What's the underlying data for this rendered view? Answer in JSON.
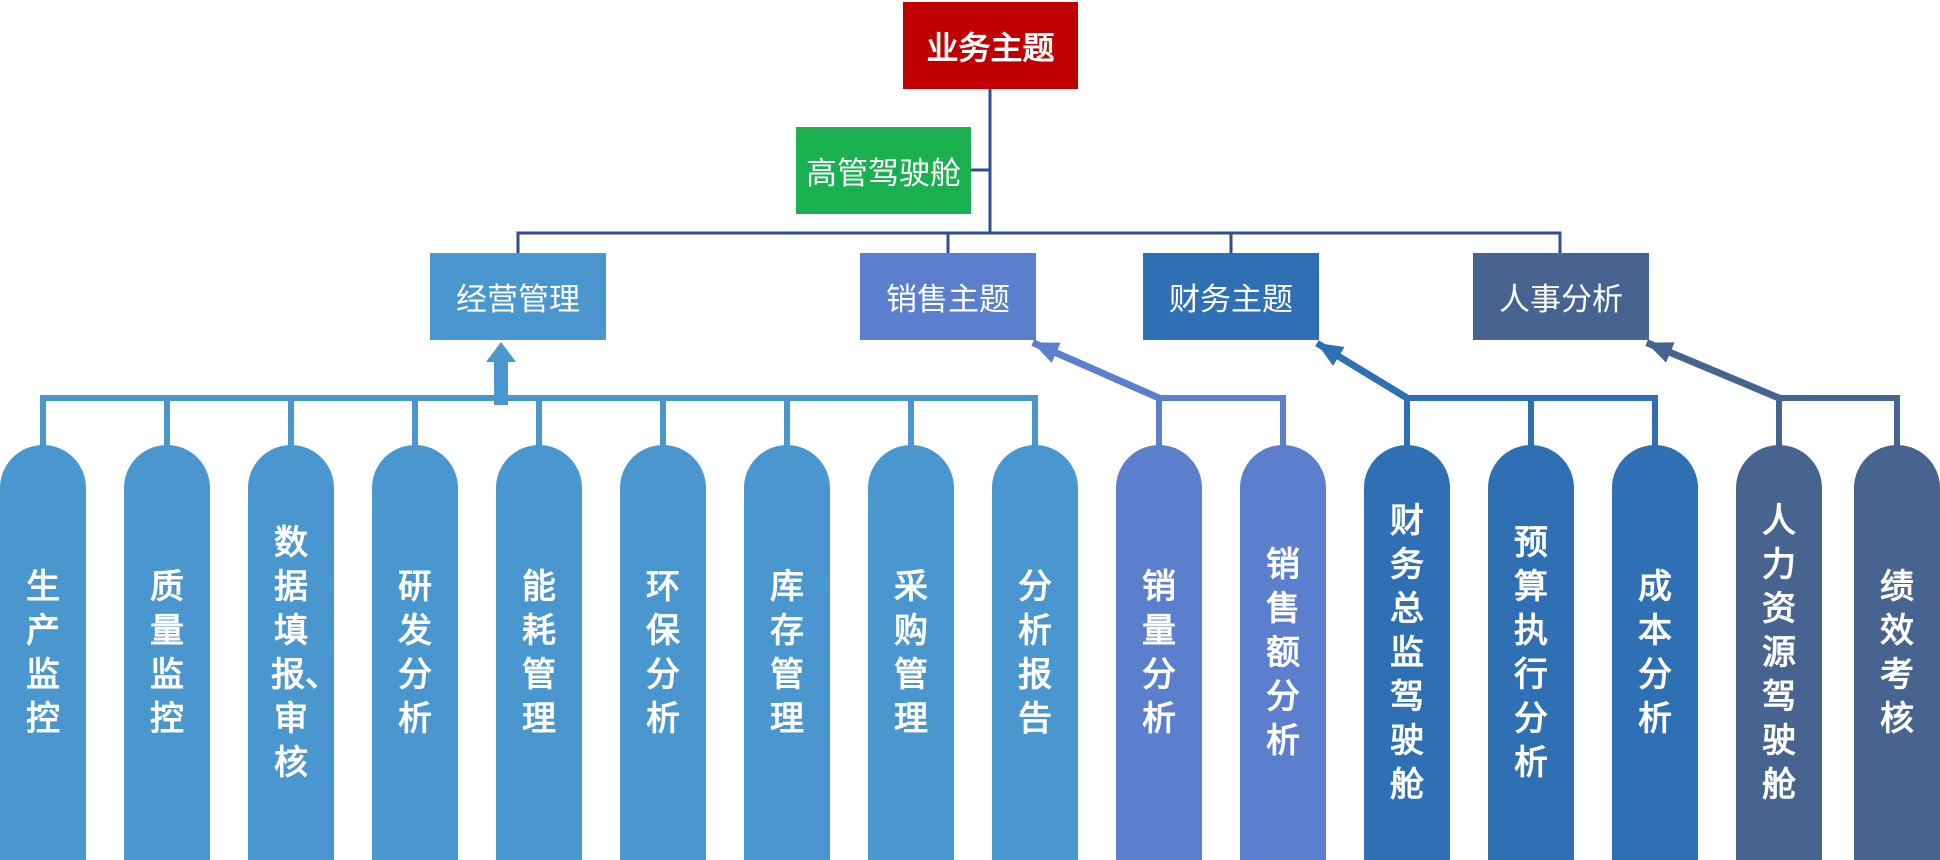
{
  "root": {
    "label": "业务主题",
    "color": "#c00000"
  },
  "exec": {
    "label": "高管驾驶舱",
    "color": "#1aaf4f"
  },
  "categories": [
    {
      "label": "经营管理",
      "color": "#4a96ce"
    },
    {
      "label": "销售主题",
      "color": "#5b7fcc"
    },
    {
      "label": "财务主题",
      "color": "#2f6fb3"
    },
    {
      "label": "人事分析",
      "color": "#47638f"
    }
  ],
  "leaves": [
    {
      "label": "生产监控",
      "color": "#4a96ce"
    },
    {
      "label": "质量监控",
      "color": "#4a96ce"
    },
    {
      "label": "数据填报、审核",
      "color": "#4a96ce"
    },
    {
      "label": "研发分析",
      "color": "#4a96ce"
    },
    {
      "label": "能耗管理",
      "color": "#4a96ce"
    },
    {
      "label": "环保分析",
      "color": "#4a96ce"
    },
    {
      "label": "库存管理",
      "color": "#4a96ce"
    },
    {
      "label": "采购管理",
      "color": "#4a96ce"
    },
    {
      "label": "分析报告",
      "color": "#4a96ce"
    },
    {
      "label": "销量分析",
      "color": "#5b7fcc"
    },
    {
      "label": "销售额分析",
      "color": "#5b7fcc"
    },
    {
      "label": "财务总监驾驶舱",
      "color": "#2f6fb3"
    },
    {
      "label": "预算执行分析",
      "color": "#2f6fb3"
    },
    {
      "label": "成本分析",
      "color": "#2f6fb3"
    },
    {
      "label": "人力资源驾驶舱",
      "color": "#47638f"
    },
    {
      "label": "绩效考核",
      "color": "#47638f"
    }
  ]
}
